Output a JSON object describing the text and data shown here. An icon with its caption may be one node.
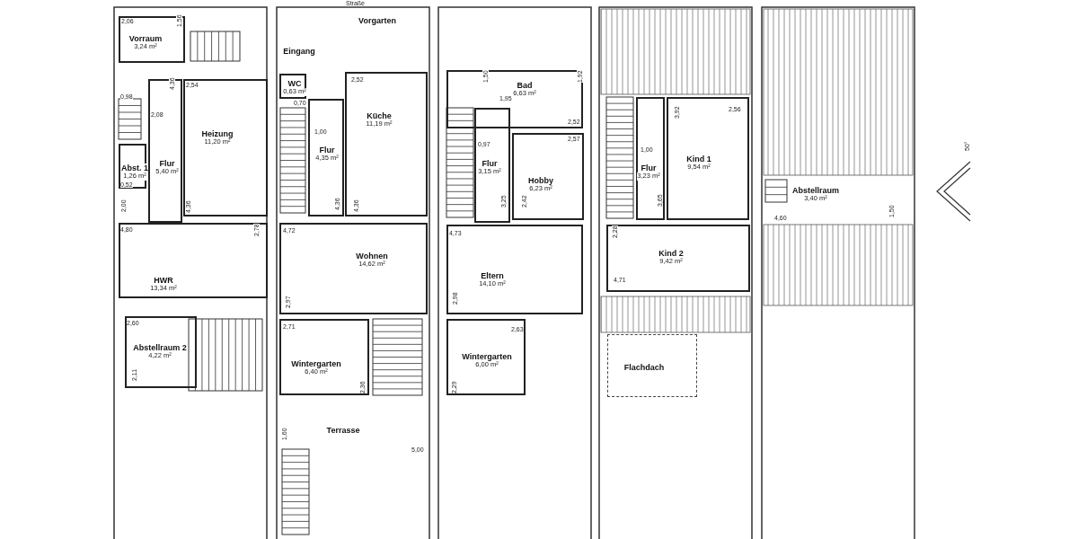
{
  "diagram": {
    "nodes": [
      {
        "text": [
          "Vorraum",
          "3,24 m²"
        ]
      },
      {
        "text": [
          "Flur",
          "5,40 m²"
        ]
      },
      {
        "text": [
          "Heizung",
          "11,20 m²"
        ]
      },
      {
        "text": [
          "Abst. 1",
          "1,26 m²"
        ]
      },
      {
        "text": [
          "HWR",
          "13,34 m²"
        ]
      },
      {
        "text": [
          "Abstellraum 2",
          "4,22 m²"
        ]
      },
      {
        "text": [
          "Vorgarten"
        ]
      },
      {
        "text": [
          "Eingang"
        ]
      },
      {
        "text": [
          "WC",
          "0,63 m²"
        ]
      },
      {
        "text": [
          "Flur",
          "4,35 m²"
        ]
      },
      {
        "text": [
          "Küche",
          "11,19 m²"
        ]
      },
      {
        "text": [
          "Wohnen",
          "14,62 m²"
        ]
      },
      {
        "text": [
          "Wintergarten",
          "6,40 m²"
        ]
      },
      {
        "text": [
          "Terrasse"
        ]
      },
      {
        "text": [
          "Bad",
          "6,63 m²"
        ]
      },
      {
        "text": [
          "Flur",
          "3,15 m²"
        ]
      },
      {
        "text": [
          "Hobby",
          "6,23 m²"
        ]
      },
      {
        "text": [
          "Eltern",
          "14,10 m²"
        ]
      },
      {
        "text": [
          "Wintergarten",
          "6,00 m²"
        ]
      },
      {
        "text": [
          "Flur",
          "3,23 m²"
        ]
      },
      {
        "text": [
          "Kind 1",
          "9,54 m²"
        ]
      },
      {
        "text": [
          "Kind 2",
          "9,42 m²"
        ]
      },
      {
        "text": [
          "Flachdach"
        ]
      },
      {
        "text": [
          "Abstellraum",
          "3,40 m²"
        ]
      }
    ],
    "labels": [
      "Straße",
      "2,06",
      "1,56",
      "0,98",
      "2,08",
      "4,36",
      "2,54",
      "4,36",
      "0,52",
      "2,00",
      "4,80",
      "2,78",
      "2,60",
      "2,11",
      "0,70",
      "1,00",
      "4,36",
      "2,52",
      "4,36",
      "4,72",
      "2,97",
      "2,71",
      "2,36",
      "1,60",
      "5,00",
      "1,50",
      "1,92",
      "1,95",
      "2,52",
      "0,97",
      "3,25",
      "2,57",
      "2,42",
      "4,73",
      "2,98",
      "2,63",
      "2,29",
      "1,00",
      "3,65",
      "3,92",
      "2,56",
      "2,28",
      "4,71",
      "4,60",
      "1,50",
      "50°"
    ]
  }
}
